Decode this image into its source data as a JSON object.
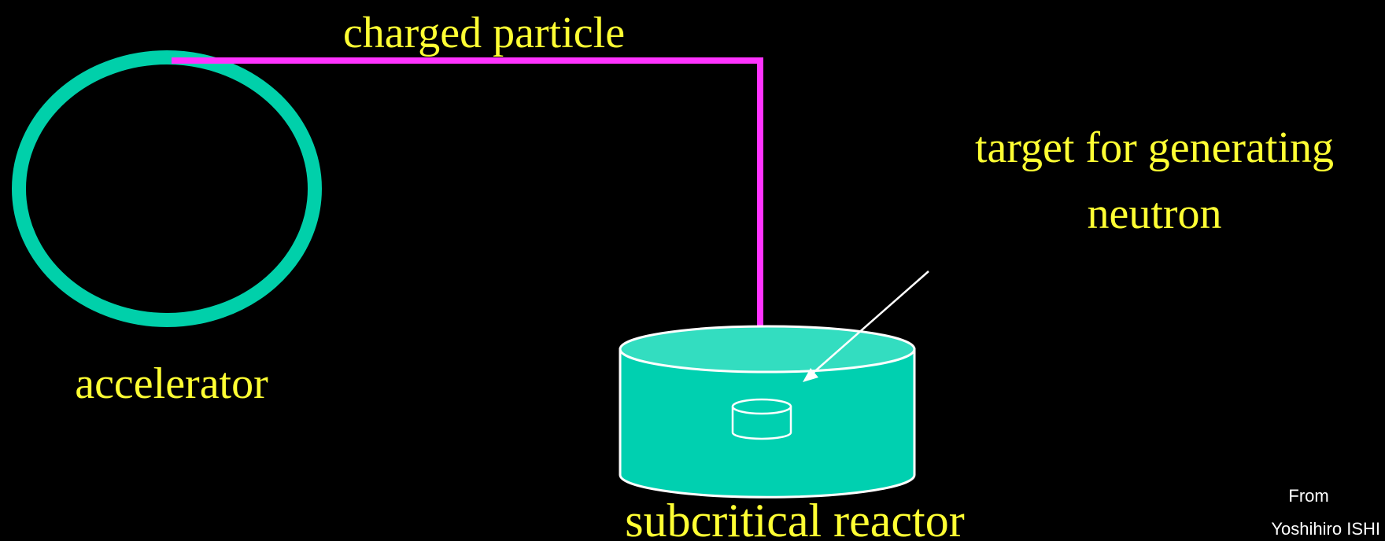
{
  "labels": {
    "charged_particle": "charged particle",
    "target_line1": "target for generating",
    "target_line2": "neutron",
    "accelerator": "accelerator",
    "subcritical_reactor": "subcritical reactor"
  },
  "credit": {
    "line1": "From",
    "line2": "Yoshihiro ISHI"
  },
  "colors": {
    "background": "#000000",
    "label_text": "#ffff33",
    "accelerator_ring": "#00d0aa",
    "beam_path": "#ff33ff",
    "reactor_body": "#00d0b0",
    "reactor_top": "#33ddc0",
    "outline": "#ffffff",
    "pointer_arrow": "#ffffff",
    "credit_text": "#ffffff"
  }
}
